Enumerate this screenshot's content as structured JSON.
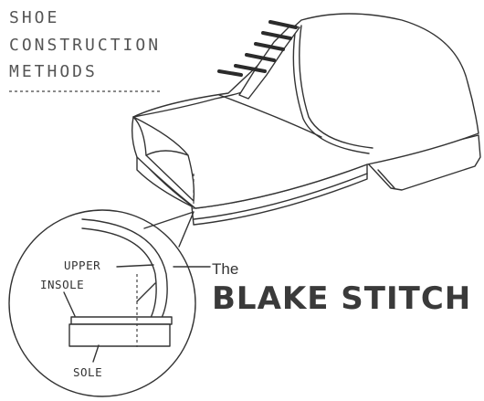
{
  "title": {
    "lines": [
      "SHOE",
      "CONSTRUCTION",
      "METHODS"
    ]
  },
  "heading": {
    "prefix": "The",
    "main": "BLAKE STITCH"
  },
  "labels": {
    "upper": "UPPER",
    "insole": "INSOLE",
    "sole": "SOLE"
  },
  "icons": [
    "oxford-shoe-illustration",
    "magnifier-circle",
    "cross-section-diagram"
  ]
}
